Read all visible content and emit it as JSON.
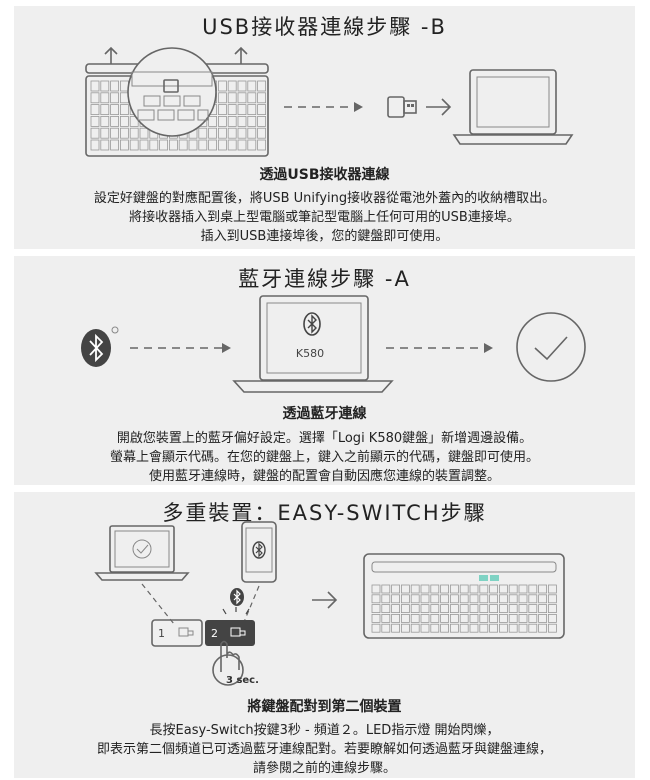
{
  "section_usb": {
    "title": "USB接收器連線步驟 -B",
    "subtitle": "透過USB接收器連線",
    "lines": [
      "設定好鍵盤的對應配置後，將USB Unifying接收器從電池外蓋內的收納槽取出。",
      "將接收器插入到桌上型電腦或筆記型電腦上任何可用的USB連接埠。",
      "插入到USB連接埠後，您的鍵盤即可使用。"
    ]
  },
  "section_bt": {
    "title": "藍牙連線步驟 -A",
    "laptop_label": "K580",
    "subtitle": "透過藍牙連線",
    "lines": [
      "開啟您裝置上的藍牙偏好設定。選擇「Logi K580鍵盤」新增週邊設備。",
      "螢幕上會顯示代碼。在您的鍵盤上，鍵入之前顯示的代碼，鍵盤即可使用。",
      "使用藍牙連線時，鍵盤的配置會自動因應您連線的裝置調整。"
    ]
  },
  "section_switch": {
    "title": "多重裝置：EASY-SWITCH步驟",
    "key1": "1",
    "key2": "2",
    "hold_label": "3 sec.",
    "subtitle": "將鍵盤配對到第二個裝置",
    "lines": [
      "長按Easy-Switch按鍵3秒 - 頻道２。LED指示燈 開始閃爍，",
      "即表示第二個頻道已可透過藍牙連線配對。若要瞭解如何透過藍牙與鍵盤連線，",
      "請參閱之前的連線步驟。"
    ]
  },
  "colors": {
    "panel": "#efefef",
    "icon_stroke": "#666666",
    "led": "#7fd3c4",
    "dark_key": "#444444"
  }
}
